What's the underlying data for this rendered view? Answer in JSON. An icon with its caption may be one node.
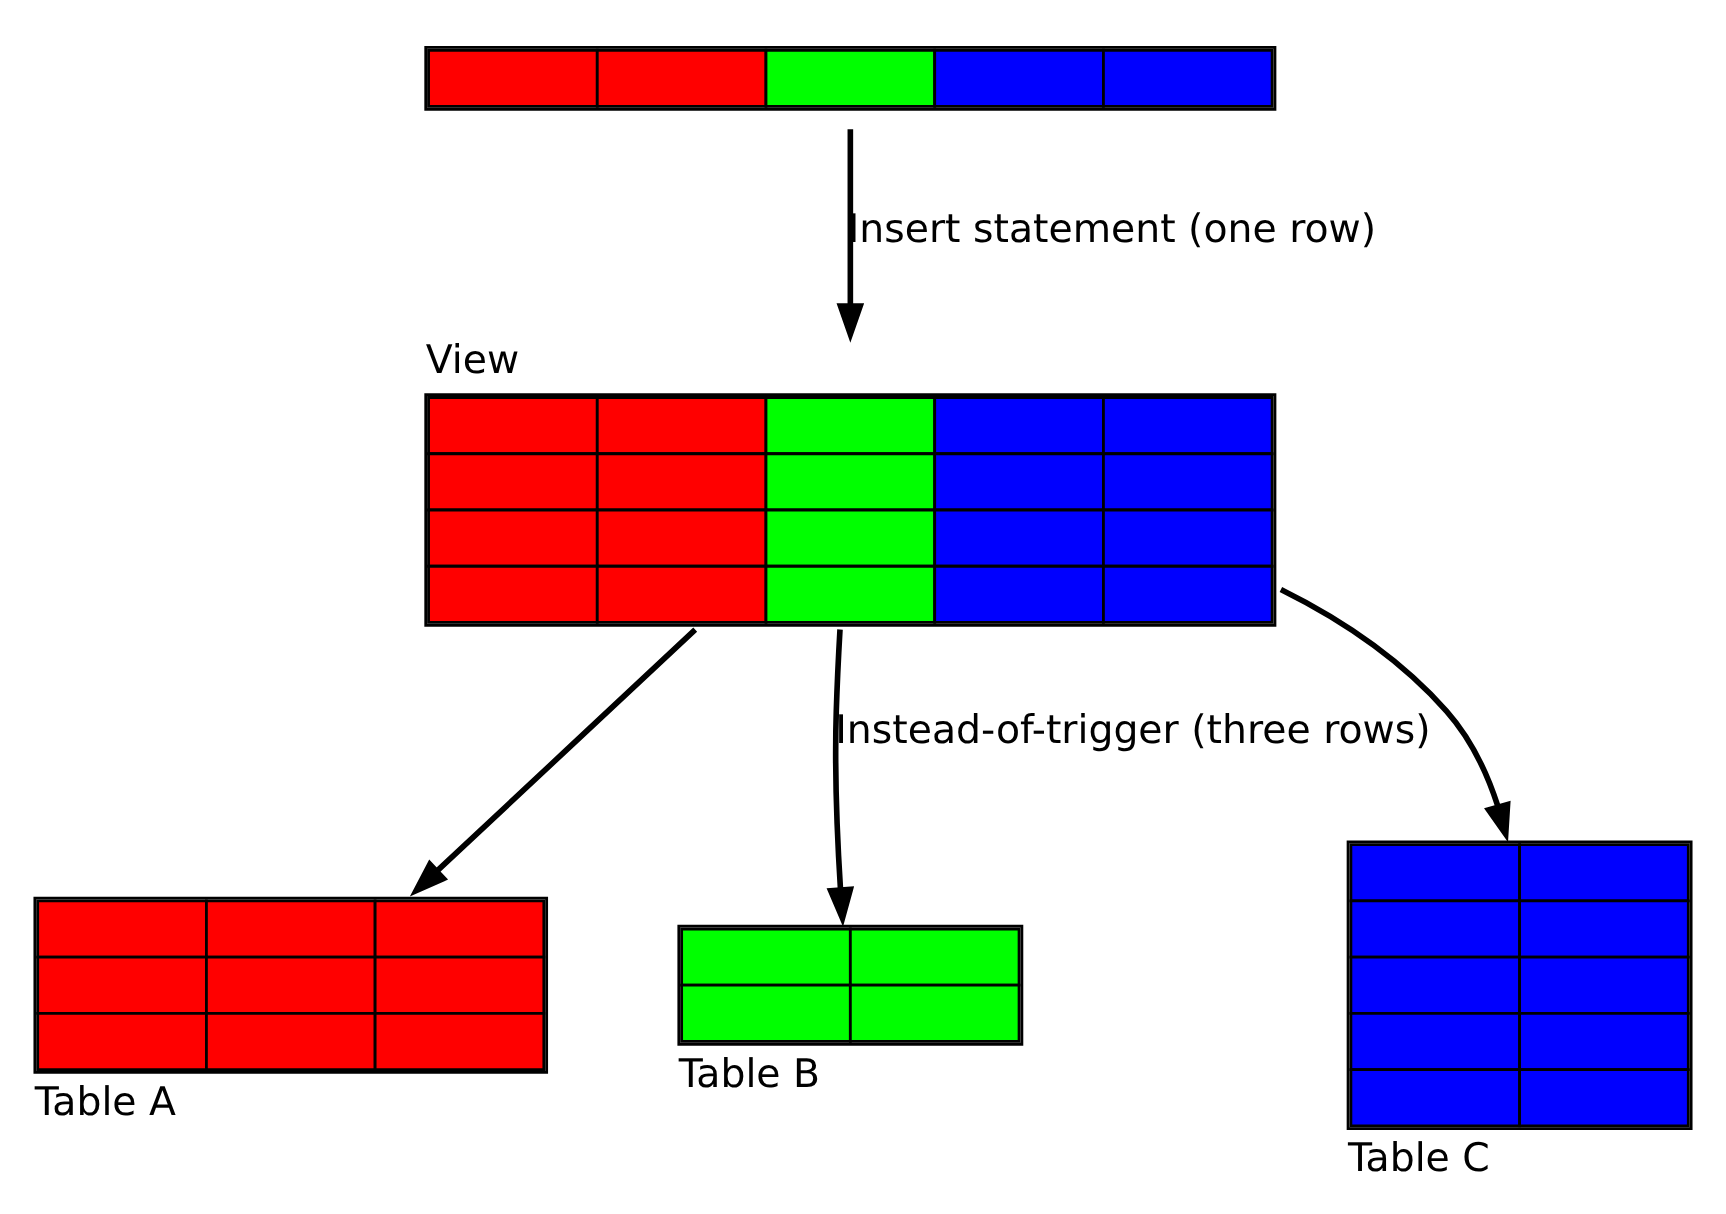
{
  "diagram": {
    "nodes": [
      {
        "text": [],
        "shape": "bar"
      },
      {
        "text": [
          "View"
        ]
      },
      {
        "text": [
          "Table A"
        ]
      },
      {
        "text": [
          "Table B"
        ]
      },
      {
        "text": [
          "Table C"
        ]
      }
    ],
    "edges": [
      {
        "from": 0,
        "to": 1,
        "arrow": "to",
        "label": "Insert statement (one row)"
      },
      {
        "from": 1,
        "to": 2,
        "arrow": "to"
      },
      {
        "from": 1,
        "to": 3,
        "arrow": "to",
        "label": "Instead-of-trigger (three rows)"
      },
      {
        "from": 1,
        "to": 4,
        "arrow": "to"
      }
    ]
  }
}
